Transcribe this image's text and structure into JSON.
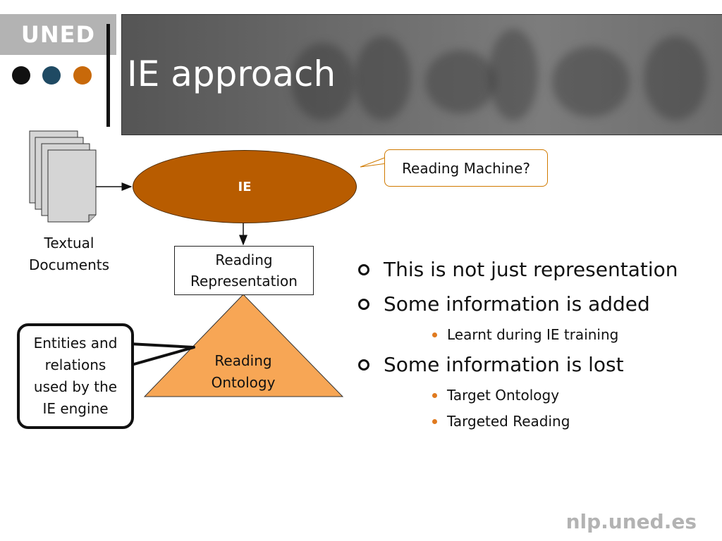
{
  "header": {
    "logo_text": "UNED",
    "title": "IE approach",
    "dots": [
      "#111111",
      "#1f4a63",
      "#c8690a"
    ]
  },
  "diagram": {
    "documents_label_line1": "Textual",
    "documents_label_line2": "Documents",
    "ie_label": "IE",
    "representation_line1": "Reading",
    "representation_line2": "Representation",
    "ontology_line1": "Reading",
    "ontology_line2": "Ontology",
    "callout_entities_lines": [
      "Entities and",
      "relations",
      "used by the",
      "IE engine"
    ],
    "callout_reading_machine": "Reading Machine?",
    "colors": {
      "ie": "#b85c00",
      "ontology": "#f7a655",
      "accent_border": "#d07a00"
    }
  },
  "bullets": [
    {
      "text": "This is not just representation",
      "children": []
    },
    {
      "text": "Some information is added",
      "children": [
        "Learnt during IE training"
      ]
    },
    {
      "text": "Some information is lost",
      "children": [
        "Target Ontology",
        "Targeted Reading"
      ]
    }
  ],
  "footer": {
    "url": "nlp.uned.es"
  }
}
